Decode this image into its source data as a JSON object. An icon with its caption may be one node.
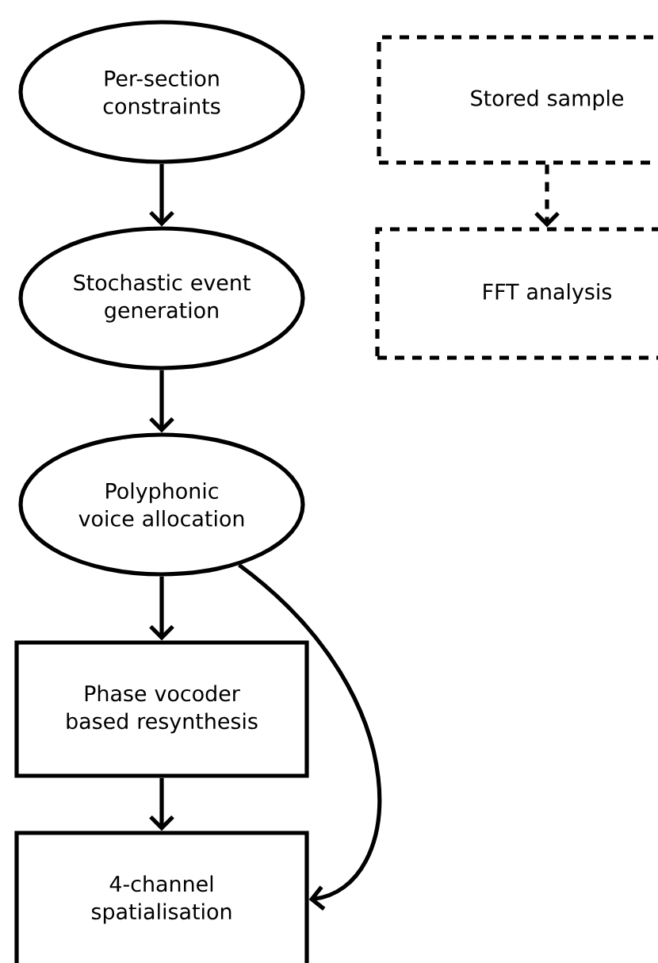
{
  "diagram": {
    "nodes": [
      {
        "text": [
          "Per-section constraints"
        ]
      },
      {
        "text": [
          "Stochastic event generation"
        ]
      },
      {
        "text": [
          "Polyphonic voice allocation"
        ]
      },
      {
        "text": [
          "Phase vocoder based resynthesis"
        ]
      },
      {
        "text": [
          "4-channel spatialisation"
        ]
      },
      {
        "text": [
          "Stored sample"
        ]
      },
      {
        "text": [
          "FFT analysis"
        ]
      }
    ],
    "edges": [
      {
        "from": 0,
        "to": 1,
        "arrow": "to"
      },
      {
        "from": 1,
        "to": 2,
        "arrow": "to"
      },
      {
        "from": 2,
        "to": 3,
        "arrow": "to"
      },
      {
        "from": 3,
        "to": 4,
        "arrow": "to"
      },
      {
        "from": 2,
        "to": 4,
        "arrow": "to"
      },
      {
        "from": 5,
        "to": 6,
        "arrow": "to",
        "style": "dashed"
      }
    ]
  }
}
